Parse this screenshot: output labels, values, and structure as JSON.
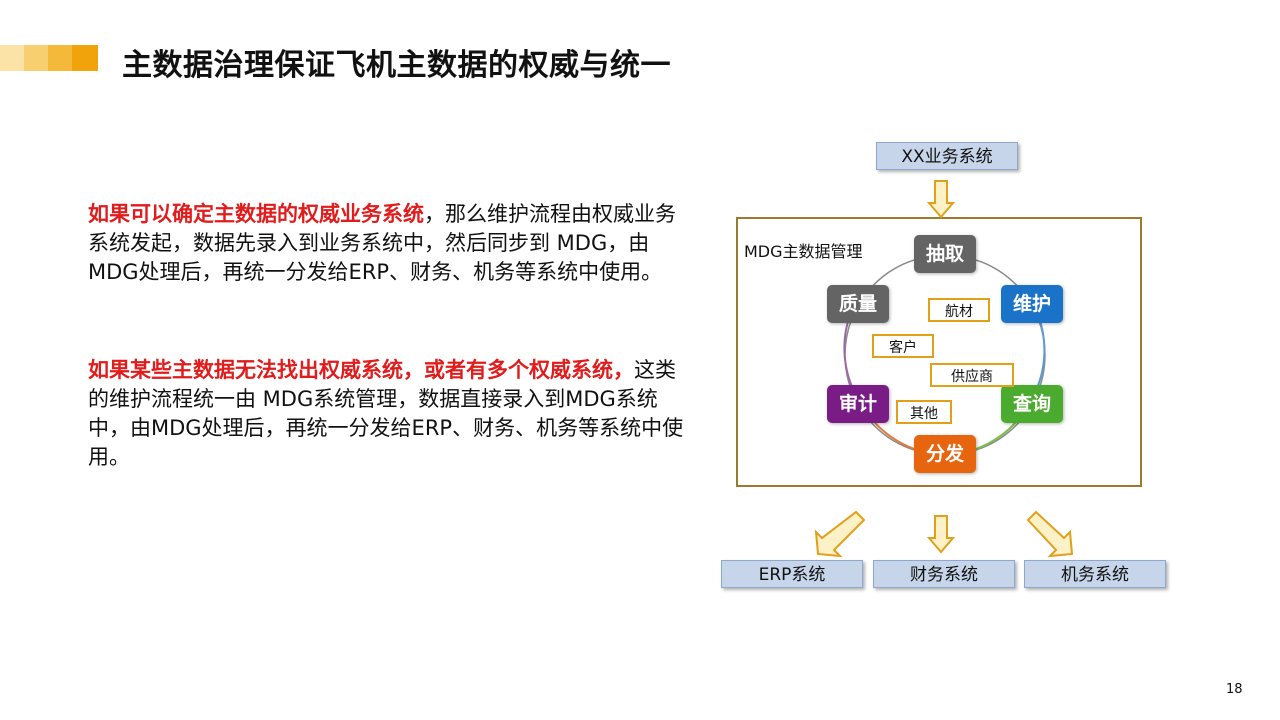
{
  "colors": {
    "title_bar": [
      "#fbe3a8",
      "#f8cf6e",
      "#f5b93a",
      "#f0a30a"
    ],
    "highlight_red": "#e01c1c",
    "system_box_fill": "#c7d5ea",
    "frame_border": "#9b7a2f",
    "arrow_fill": "#fdf1c8",
    "arrow_stroke": "#e0a01a"
  },
  "title": "主数据治理保证飞机主数据的权威与统一",
  "paragraph1": {
    "highlight": "如果可以确定主数据的权威业务系统",
    "text": "，那么维护流程由权威业务系统发起，数据先录入到业务系统中，然后同步到 MDG，由MDG处理后，再统一分发给ERP、财务、机务等系统中使用。"
  },
  "paragraph2": {
    "highlight": "如果某些主数据无法找出权威系统，或者有多个权威系统，",
    "text": "这类的维护流程统一由 MDG系统管理，数据直接录入到MDG系统中，由MDG处理后，再统一分发给ERP、财务、机务等系统中使用。"
  },
  "diagram": {
    "source_system": "XX业务系统",
    "mdg_label": "MDG主数据管理",
    "cycle_nodes": {
      "extract": {
        "label": "抽取",
        "color": "#646464"
      },
      "maintain": {
        "label": "维护",
        "color": "#1a73c9"
      },
      "query": {
        "label": "查询",
        "color": "#4bab2e"
      },
      "distribute": {
        "label": "分发",
        "color": "#e8650f"
      },
      "audit": {
        "label": "审计",
        "color": "#7a1c85"
      },
      "quality": {
        "label": "质量",
        "color": "#646464"
      }
    },
    "data_types": {
      "airmaterial": "航材",
      "customer": "客户",
      "supplier": "供应商",
      "other": "其他"
    },
    "targets": {
      "erp": "ERP系统",
      "finance": "财务系统",
      "maintenance": "机务系统"
    }
  },
  "page_number": "18"
}
